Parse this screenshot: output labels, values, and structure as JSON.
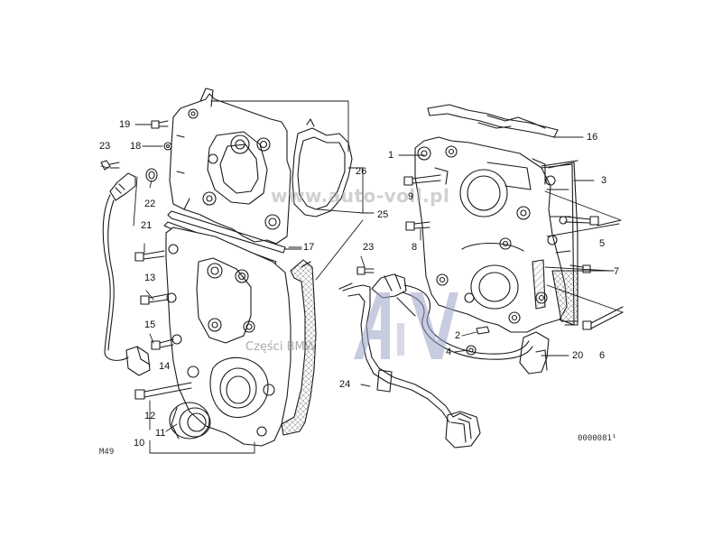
{
  "diagram": {
    "labels": {
      "l1": "1",
      "l2": "2",
      "l3": "3",
      "l4": "4",
      "l5": "5",
      "l6": "6",
      "l7": "7",
      "l8": "8",
      "l9": "9",
      "l10": "10",
      "l11": "11",
      "l12": "12",
      "l13": "13",
      "l14": "14",
      "l15": "15",
      "l16": "16",
      "l17": "17",
      "l18": "18",
      "l19": "19",
      "l20": "20",
      "l21": "21",
      "l22": "22",
      "l23a": "23",
      "l23b": "23",
      "l24": "24",
      "l25": "25",
      "l26": "26"
    },
    "drawing_code": "M49",
    "diagram_number": "0000081¹"
  },
  "watermark": {
    "url": "www.auto-voll.pl",
    "brand": "Części BMW",
    "logo_text": "AV"
  },
  "colors": {
    "line": "#1a1a1a",
    "watermark_blue": "#9aa3c9",
    "hatch": "#555555"
  }
}
